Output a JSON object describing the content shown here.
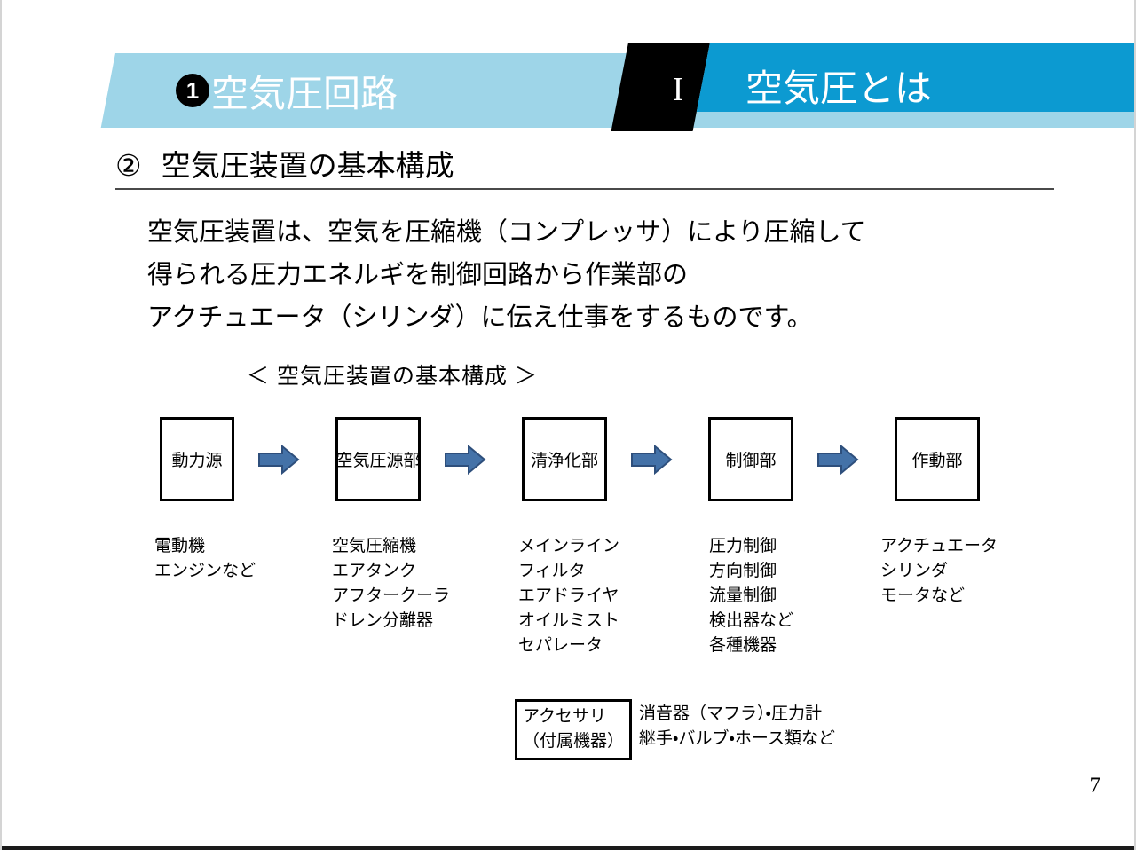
{
  "slide": {
    "page_number": "7",
    "colors": {
      "band_light": "#9ED5E8",
      "band_dark_blue": "#0C9AD1",
      "band_black": "#000000",
      "arrow_fill": "#4472A8",
      "arrow_stroke": "#2E4F7C"
    }
  },
  "header": {
    "left_number": "❶",
    "left_number_glyph": "1",
    "left_title": "空気圧回路",
    "roman_numeral": "I",
    "right_title": "空気圧とは"
  },
  "section": {
    "number": "②",
    "title": "空気圧装置の基本構成"
  },
  "body": {
    "line1": "空気圧装置は、空気を圧縮機（コンプレッサ）により圧縮して",
    "line2": "得られる圧力エネルギを制御回路から作業部の",
    "line3": "アクチュエータ（シリンダ）に伝え仕事をするものです。"
  },
  "diagram": {
    "caption": "＜ 空気圧装置の基本構成 ＞",
    "flow": [
      {
        "label": "動力源"
      },
      {
        "label": "空気圧源部"
      },
      {
        "label": "清浄化部"
      },
      {
        "label": "制御部"
      },
      {
        "label": "作動部"
      }
    ],
    "arrow_icon": "right-arrow-icon",
    "details": [
      {
        "lines": [
          "電動機",
          "エンジンなど"
        ]
      },
      {
        "lines": [
          "空気圧縮機",
          "エアタンク",
          "アフタークーラ",
          "ドレン分離器"
        ]
      },
      {
        "lines": [
          "メインライン",
          "フィルタ",
          "エアドライヤ",
          "オイルミスト",
          "セパレータ"
        ]
      },
      {
        "lines": [
          "圧力制御",
          "方向制御",
          "流量制御",
          "検出器など",
          "各種機器"
        ]
      },
      {
        "lines": [
          "アクチュエータ",
          "シリンダ",
          "モータなど"
        ]
      }
    ],
    "accessory": {
      "box_line1": "アクセサリ",
      "box_line2": "（付属機器）",
      "text_line1": "消音器（マフラ）・圧力計",
      "text_line2": "継手・バルブ・ホース類など"
    }
  }
}
